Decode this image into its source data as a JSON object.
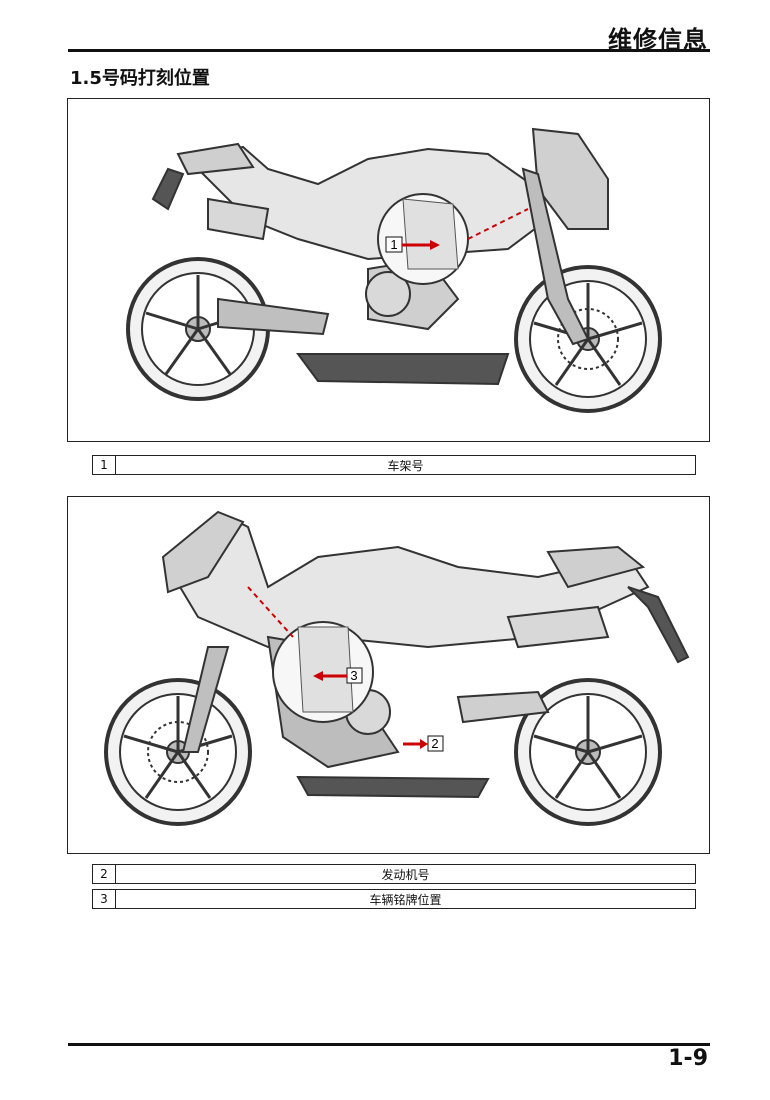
{
  "header": {
    "title": "维修信息"
  },
  "section": {
    "title": "1.5号码打刻位置"
  },
  "figures": {
    "fig1": {
      "callouts": [
        "1"
      ]
    },
    "fig2": {
      "callouts": [
        "3",
        "2"
      ]
    }
  },
  "legend1": [
    {
      "num": "1",
      "label": "车架号"
    }
  ],
  "legend2": [
    {
      "num": "2",
      "label": "发动机号"
    },
    {
      "num": "3",
      "label": "车辆铭牌位置"
    }
  ],
  "footer": {
    "page": "1-9"
  }
}
